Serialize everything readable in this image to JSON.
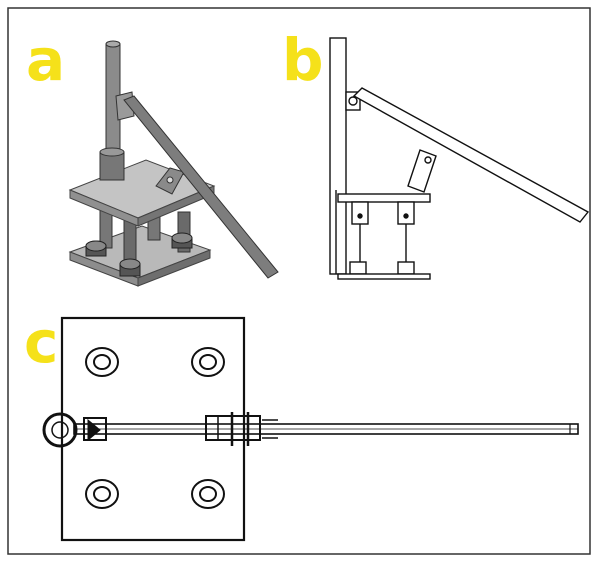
{
  "figure": {
    "panels": [
      {
        "label": "a"
      },
      {
        "label": "b"
      },
      {
        "label": "c"
      }
    ]
  },
  "colors": {
    "label": "#f5e11a",
    "frame": "#333333",
    "line": "#111111",
    "metal_light": "#b5b5b5",
    "metal_mid": "#8a8a8a",
    "metal_dark": "#555555"
  }
}
